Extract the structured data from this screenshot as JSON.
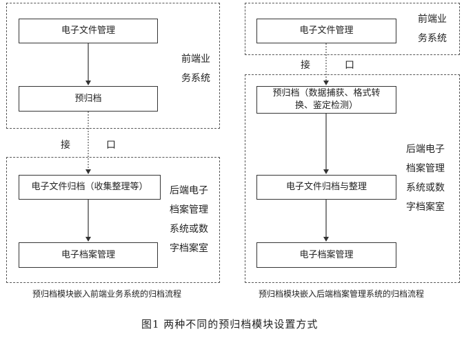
{
  "left": {
    "front_box_1": "电子文件管理",
    "front_box_2": "预归档",
    "front_label": "前端业\n务系统",
    "interface_left": "接",
    "interface_right": "口",
    "back_box_1": "电子文件归档（收集整理等）",
    "back_box_2": "电子档案管理",
    "back_label": "后端电子\n档案管理\n系统或数\n字档案室",
    "caption": "预归档模块嵌入前端业务系统的归档流程"
  },
  "right": {
    "front_box_1": "电子文件管理",
    "front_label": "前端业\n务系统",
    "interface_left": "接",
    "interface_right": "口",
    "back_box_1": "预归档（数据捕获、格式转\n换、鉴定检测）",
    "back_box_2": "电子文件归档与整理",
    "back_box_3": "电子档案管理",
    "back_label": "后端电子\n档案管理\n系统或数\n字档案室",
    "caption": "预归档模块嵌入后端档案管理系统的归档流程"
  },
  "figure_caption": "图1  两种不同的预归档模块设置方式"
}
